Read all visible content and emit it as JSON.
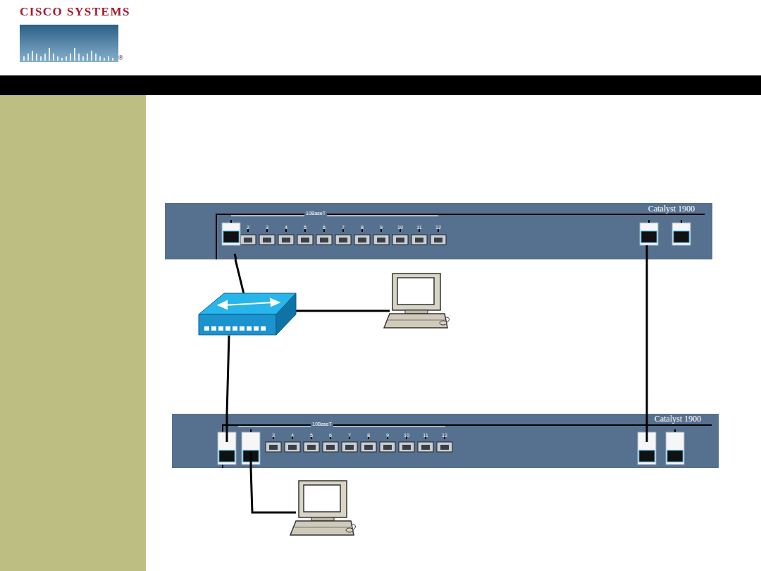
{
  "diagram": {
    "nodes": [
      {
        "text": [
          "Catalyst 1900"
        ]
      },
      {
        "text": [
          "Catalyst 1900"
        ]
      }
    ],
    "edges": [
      {
        "from": 0,
        "to": 1,
        "arrow": "none"
      }
    ],
    "labels": [
      "CISCO SYSTEMS",
      "®",
      "10BaseT",
      "2",
      "3",
      "4",
      "5",
      "6",
      "7",
      "8",
      "9",
      "10",
      "11",
      "12",
      "10BaseT",
      "3",
      "4",
      "5",
      "6",
      "7",
      "8",
      "9",
      "10",
      "11",
      "12"
    ]
  }
}
